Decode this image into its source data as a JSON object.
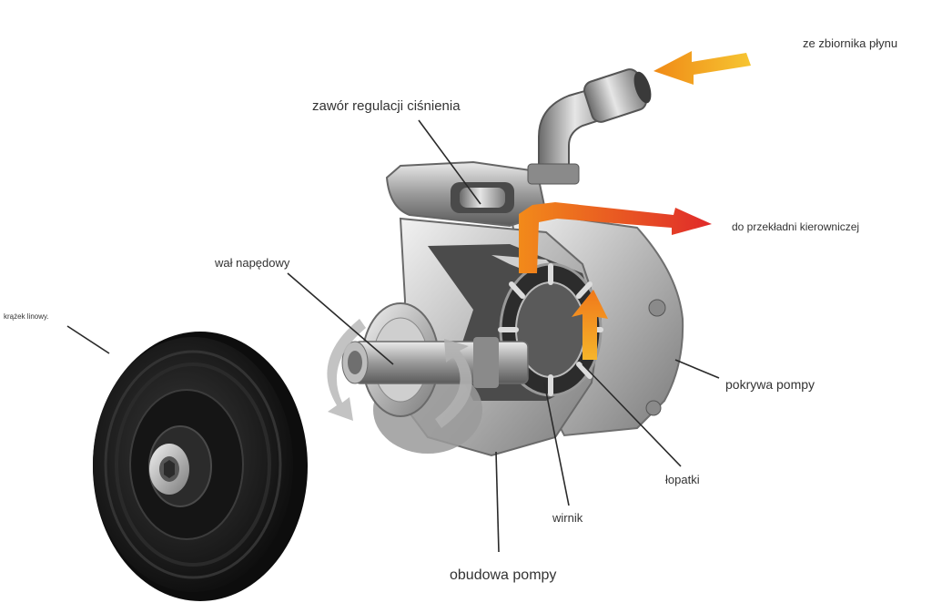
{
  "labels": {
    "reservoir_inlet": "ze zbiornika płynu",
    "pressure_valve": "zawór regulacji ciśnienia",
    "to_steering_gear": "do przekładni kierowniczej",
    "drive_shaft": "wał napędowy",
    "pulley": "krążek linowy.",
    "pump_cover": "pokrywa pompy",
    "vanes": "łopatki",
    "rotor": "wirnik",
    "pump_housing": "obudowa pompy"
  },
  "colors": {
    "arrow_orange": "#f29a1c",
    "arrow_red": "#e8302a",
    "metal_dark": "#3a3a3a",
    "metal_light": "#d8d8d8",
    "pulley_black": "#1b1b1b",
    "leader_line": "#2a2a2a"
  }
}
